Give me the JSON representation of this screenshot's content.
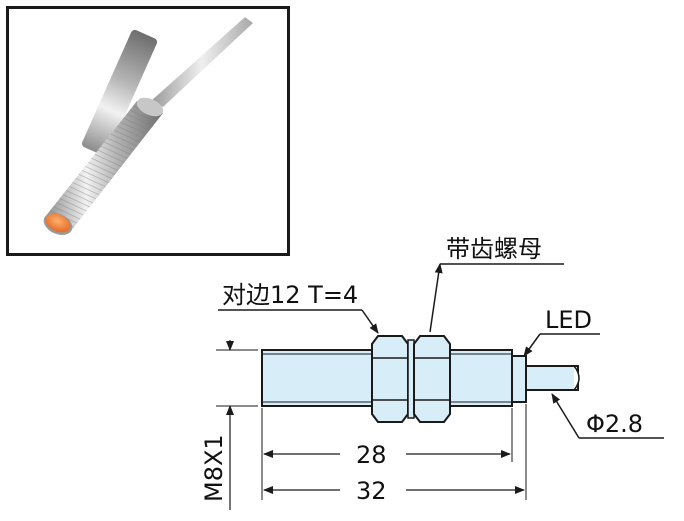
{
  "labels": {
    "toothed_nut": "带齿螺母",
    "across_flats": "对边12 T=4",
    "led": "LED",
    "cable_diameter": "Φ2.8",
    "thread": "M8X1",
    "length_thread": "28",
    "length_total": "32"
  },
  "colors": {
    "body_fill": "#d7edf8",
    "outline": "#1a1a1a",
    "led_cap": "#f07d2c"
  }
}
